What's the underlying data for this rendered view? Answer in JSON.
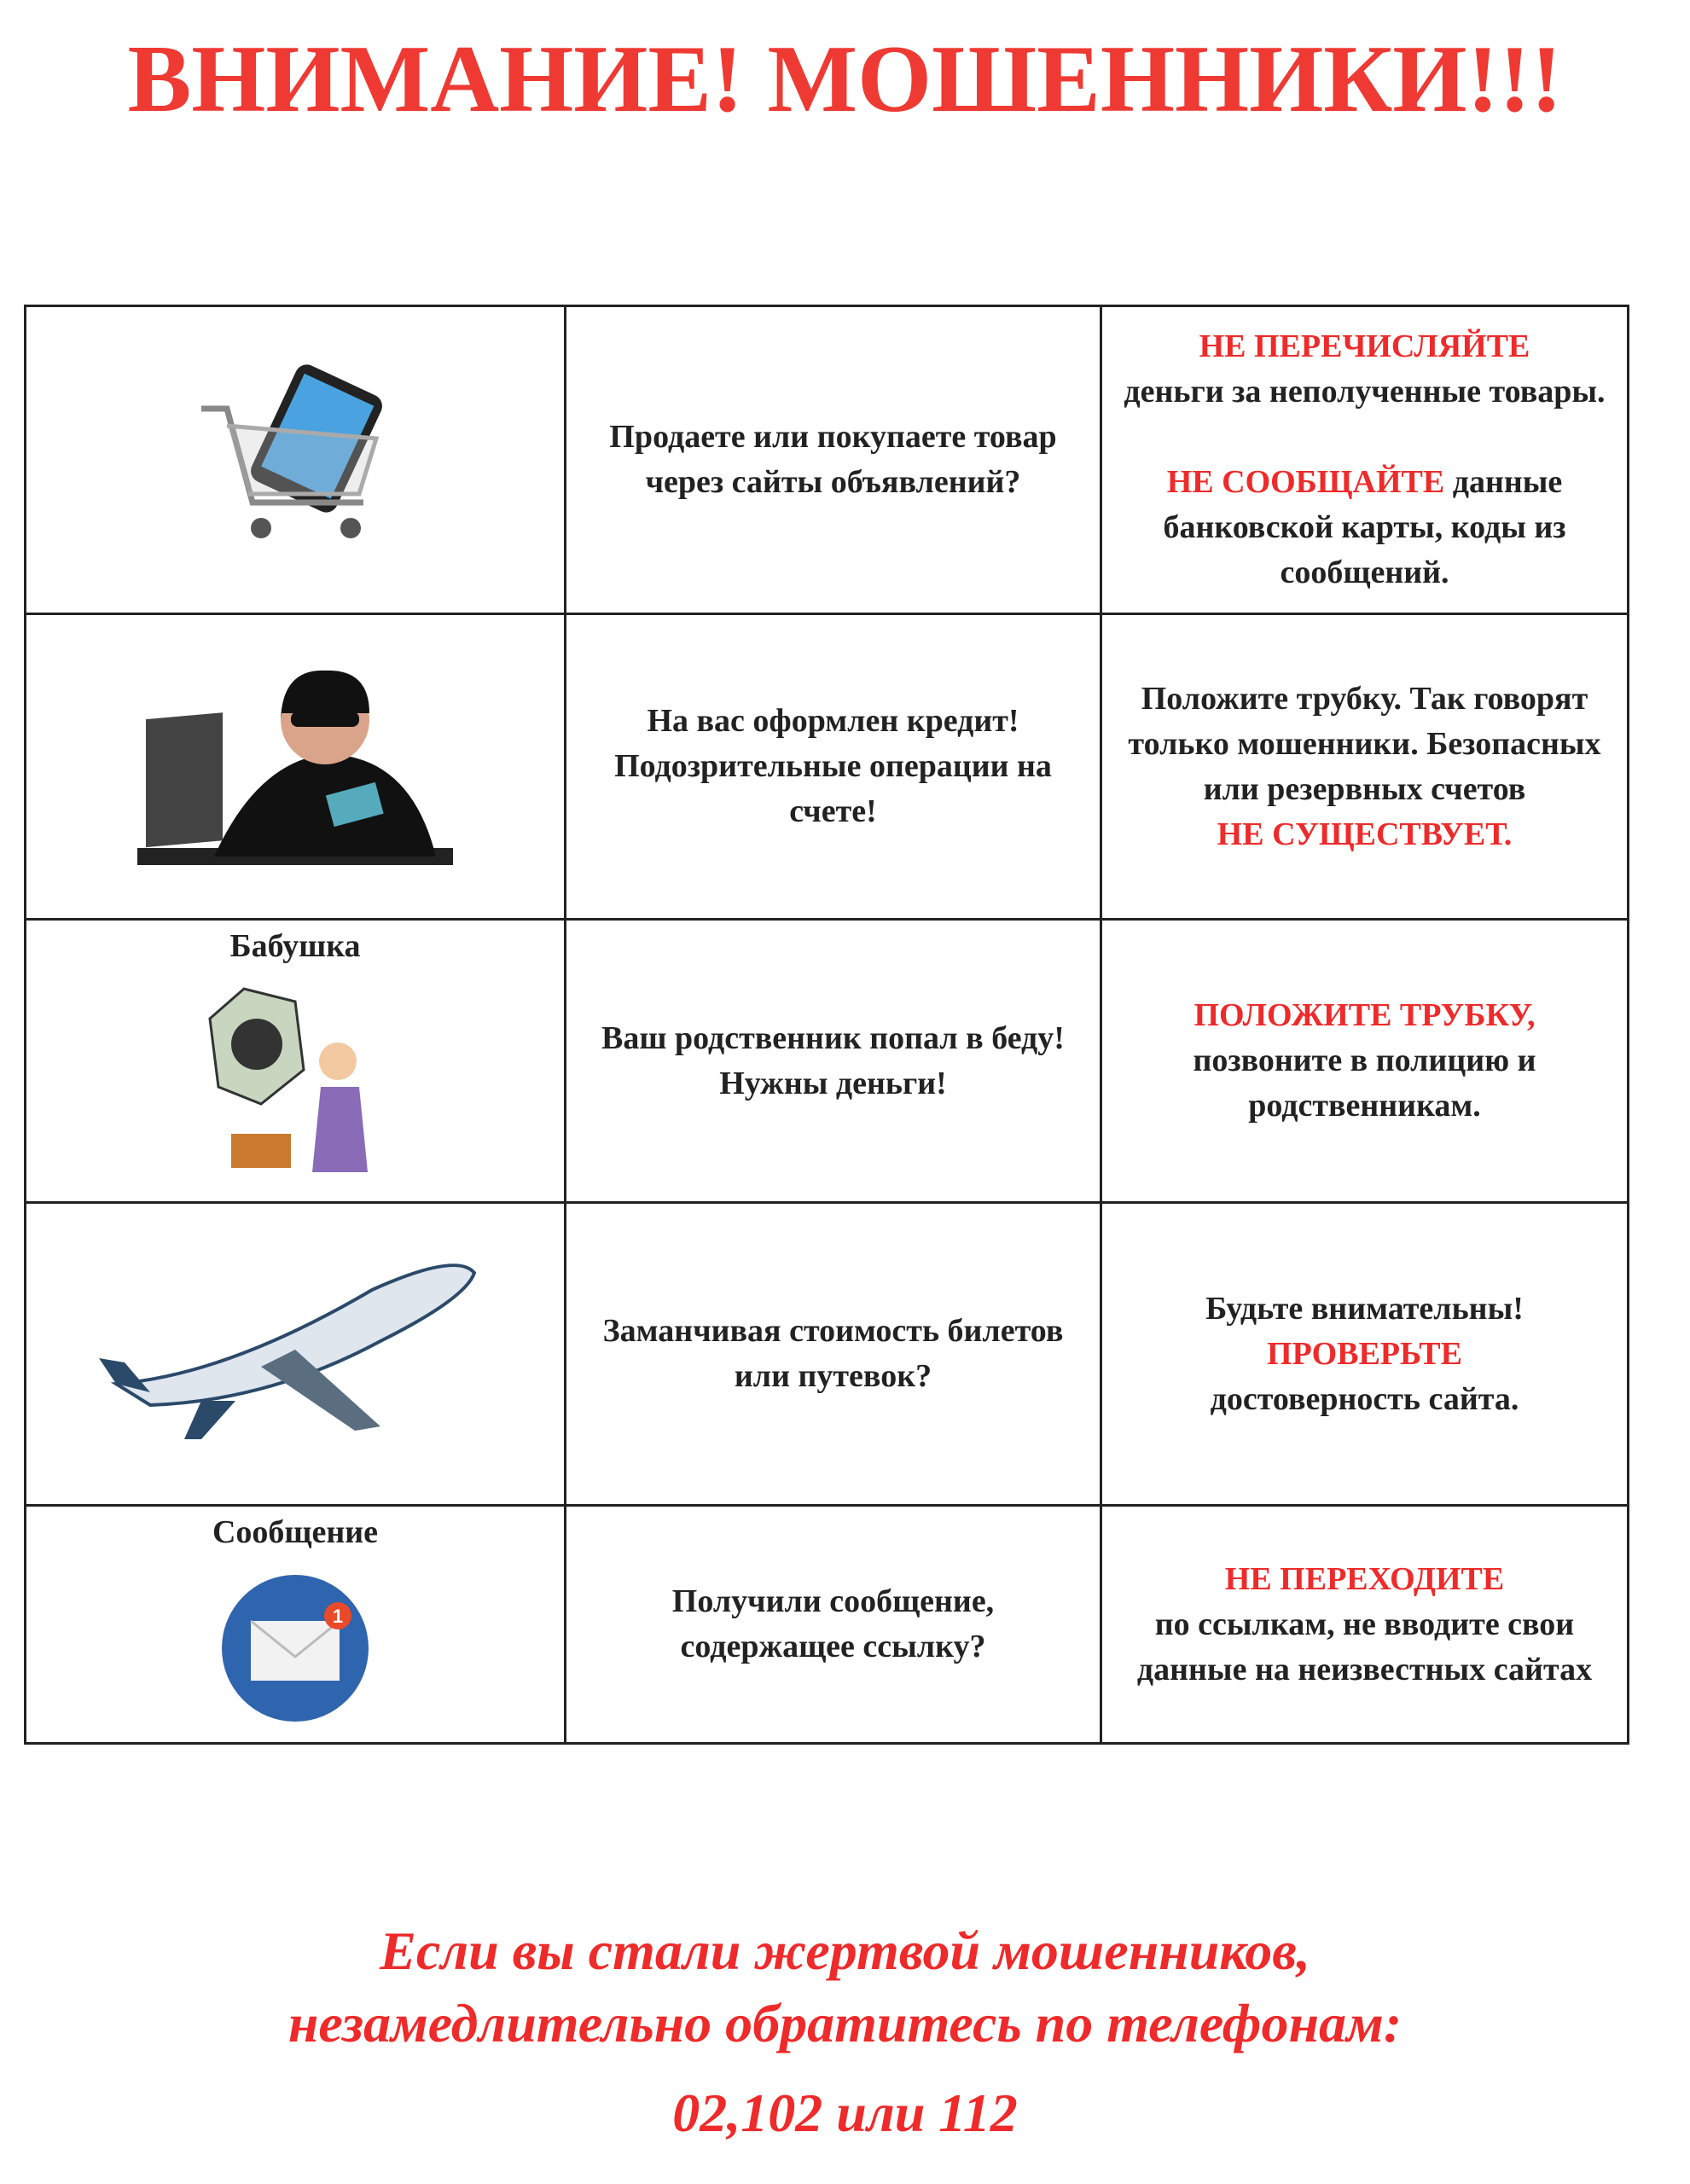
{
  "title": "ВНИМАНИЕ! МОШЕННИКИ!!!",
  "rows": [
    {
      "icon": "shopping-cart-phone-image",
      "caption": "",
      "question": "Продаете или покупаете товар через сайты объявлений?",
      "advice": [
        {
          "red": "НЕ ПЕРЕЧИСЛЯЙТЕ",
          "text": "деньги за неполученные товары."
        },
        {
          "red": "НЕ СООБЩАЙТЕ",
          "text": " данные банковской карты, коды из сообщений."
        }
      ]
    },
    {
      "icon": "thief-laptop-image",
      "caption": "",
      "question": "На вас оформлен кредит! Подозрительные операции на счете!",
      "advice_text": "Положите трубку. Так говорят только мошенники. Безопасных или резервных счетов",
      "advice_red": "НЕ СУЩЕСТВУЕТ."
    },
    {
      "icon": "grandmother-phone-scam-image",
      "caption": "Бабушка",
      "question": "Ваш родственник попал в беду! Нужны деньги!",
      "advice_red": "ПОЛОЖИТЕ ТРУБКУ,",
      "advice_text": "позвоните в полицию и родственникам."
    },
    {
      "icon": "airplane-image",
      "caption": "",
      "question": "Заманчивая стоимость билетов или путевок?",
      "advice_text": "Будьте внимательны!",
      "advice_red": "ПРОВЕРЬТЕ",
      "advice_text2": "достоверность сайта."
    },
    {
      "icon": "envelope-notification-image",
      "caption": "Сообщение",
      "question": "Получили сообщение, содержащее ссылку?",
      "advice_red": "НЕ ПЕРЕХОДИТЕ",
      "advice_text": "по ссылкам, не вводите свои данные на неизвестных сайтах"
    }
  ],
  "footer": {
    "line1": "Если вы стали жертвой мошенников,",
    "line2": "незамедлительно обратитесь по телефонам:",
    "phones": "02,102 или 112"
  },
  "colors": {
    "accent": "#ee2a2a",
    "text": "#222222"
  }
}
